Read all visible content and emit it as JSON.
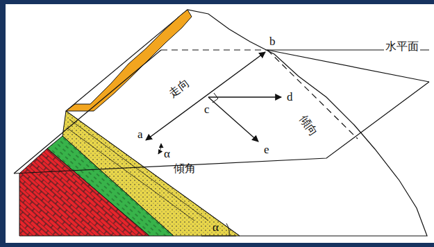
{
  "diagram": {
    "labels": [
      "b",
      "水平面",
      "走向",
      "d",
      "c",
      "傾向",
      "a",
      "e",
      "α",
      "傾角",
      "α"
    ]
  }
}
